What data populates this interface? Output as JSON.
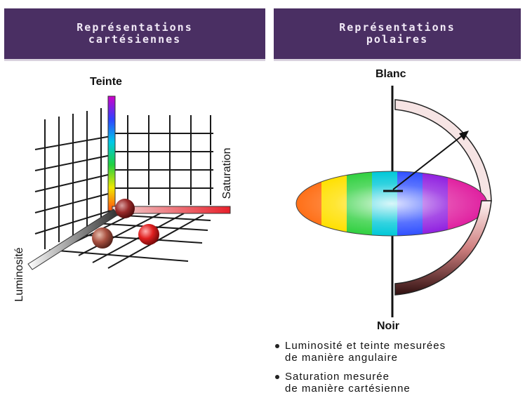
{
  "left_panel": {
    "title_line1": "Représentations",
    "title_line2": "cartésiennes",
    "axis_hue": "Teinte",
    "axis_saturation": "Saturation",
    "axis_luminosity": "Luminosité"
  },
  "right_panel": {
    "title_line1": "Représentations",
    "title_line2": "polaires",
    "top_label": "Blanc",
    "bottom_label": "Noir",
    "bullets": [
      {
        "line1": "Luminosité et teinte mesurées",
        "line2": "de manière angulaire"
      },
      {
        "line1": "Saturation mesurée",
        "line2": "de manière cartésienne"
      }
    ]
  },
  "colors": {
    "header_bg": "#4a2f63",
    "header_text": "#f2eaf7"
  }
}
